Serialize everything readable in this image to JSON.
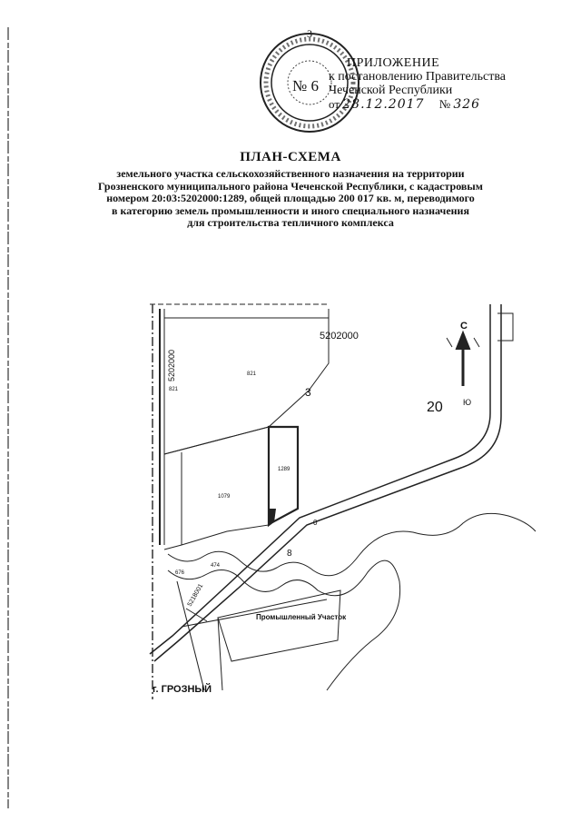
{
  "header": {
    "top_mark": "3",
    "title": "ПРИЛОЖЕНИЕ",
    "line1": "к постановлению Правительства",
    "line2": "Чеченской Республики",
    "date_prefix": "от",
    "date": "28.12.2017",
    "number_prefix": "№",
    "number": "326"
  },
  "seal": {
    "number": "№ 6"
  },
  "document": {
    "title": "ПЛАН-СХЕМА",
    "subtitle_lines": [
      "земельного участка сельскохозяйственного назначения на территории",
      "Грозненского муниципального района Чеченской Республики, с кадастровым",
      "номером 20:03:5202000:1289, общей площадью 200 017 кв. м, переводимого",
      "в категорию земель промышленности и иного специального назначения",
      "для строительства тепличного комплекса"
    ]
  },
  "map": {
    "quarter_top": "5202000",
    "quarter_vertical": "5202000",
    "point_3": "3",
    "region_20": "20",
    "compass_north": "С",
    "compass_south": "Ю",
    "parcel_upper": "821",
    "parcel_left": "821",
    "parcel_mid": "1079",
    "parcel_target": "1289",
    "parcel_small_1": "676",
    "parcel_small_2": "474",
    "road_mark": "0",
    "road_mark_2": "8",
    "quarter_lower": "5218001",
    "industrial_label": "Промышленный Участок",
    "city_label": "г. ГРОЗНЫЙ"
  },
  "colors": {
    "ink": "#111111",
    "paper": "#ffffff"
  }
}
